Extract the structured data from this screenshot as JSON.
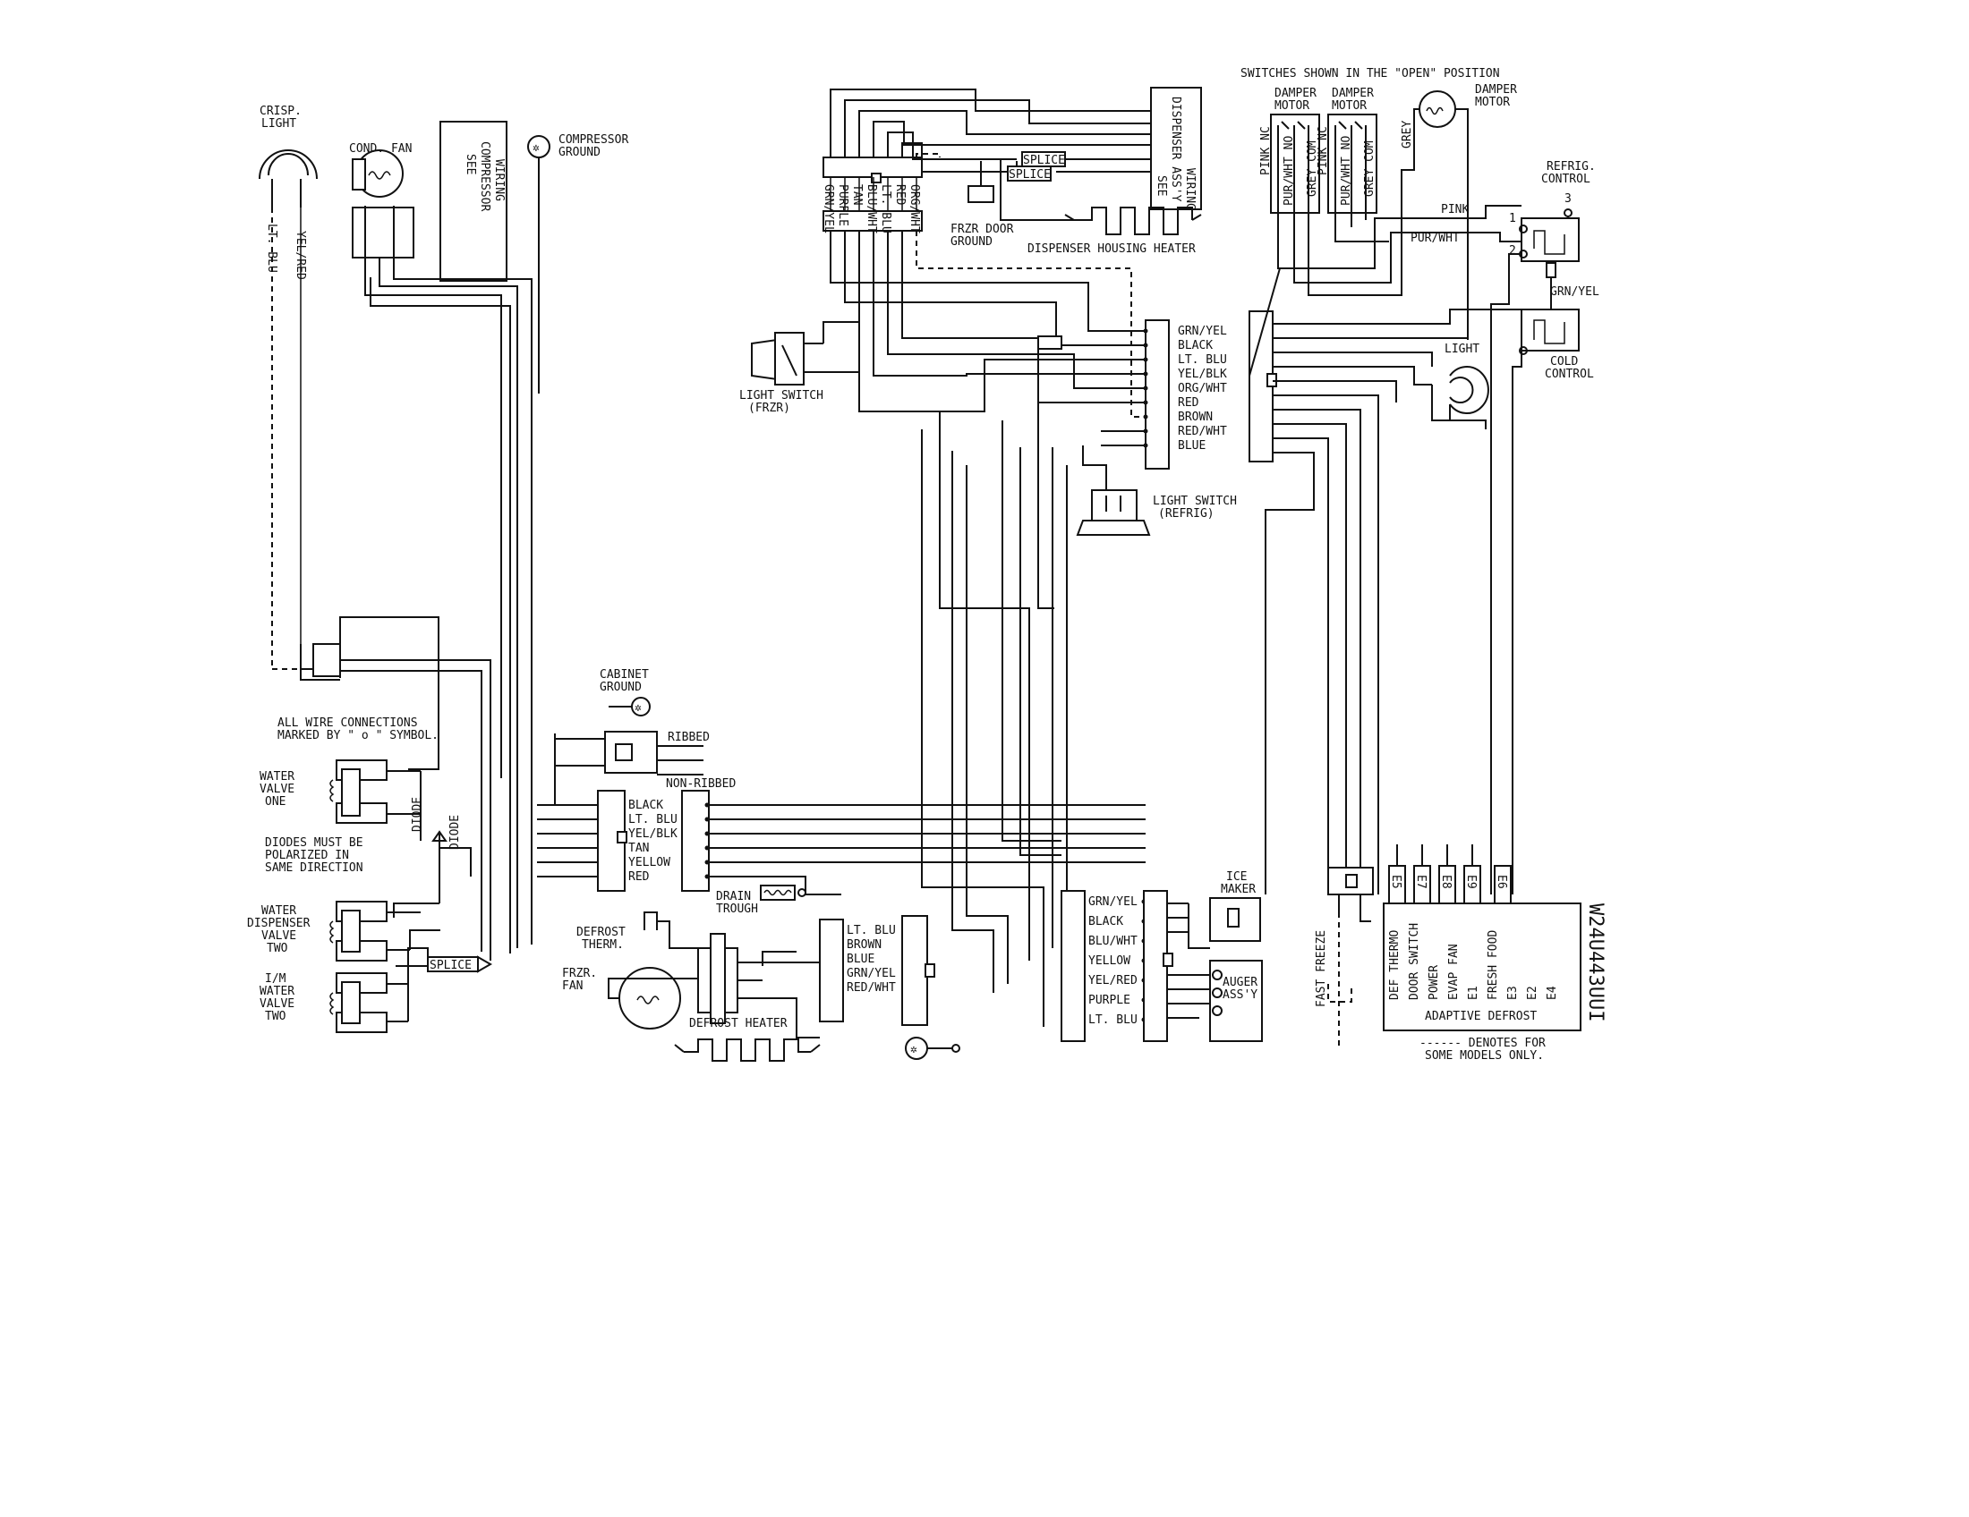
{
  "labels": {
    "crisp_light": [
      "CRISP.",
      "LIGHT"
    ],
    "cond_fan": "COND. FAN",
    "see_compressor": [
      "SEE",
      "COMPRESSOR",
      "WIRING"
    ],
    "compressor_ground": [
      "COMPRESSOR",
      "GROUND"
    ],
    "lt_blu_left": "LT. BLU",
    "yel_red_left": "YEL/RED",
    "cabinet_ground": [
      "CABINET",
      "GROUND"
    ],
    "ribbed": "RIBBED",
    "non_ribbed": "NON-RIBBED",
    "all_wire_note": [
      "ALL WIRE CONNECTIONS",
      "MARKED BY \" o \" SYMBOL."
    ],
    "water_valve_one": [
      "WATER",
      "VALVE",
      "ONE"
    ],
    "diodes_note": [
      "DIODES MUST BE",
      "POLARIZED IN",
      "SAME DIRECTION"
    ],
    "diode": "DIODE",
    "water_dispenser_valve_two": [
      "WATER",
      "DISPENSER",
      "VALVE",
      "TWO"
    ],
    "im_water_valve_two": [
      "I/M",
      "WATER",
      "VALVE",
      "TWO"
    ],
    "splice": "SPLICE",
    "left_connector_wires": [
      "BLACK",
      "LT. BLU",
      "YEL/BLK",
      "TAN",
      "YELLOW",
      "RED"
    ],
    "drain_trough": [
      "DRAIN",
      "TROUGH"
    ],
    "defrost_therm": [
      "DEFROST",
      "THERM."
    ],
    "frzr_fan": [
      "FRZR.",
      "FAN"
    ],
    "defrost_heater": "DEFROST HEATER",
    "lower_connector_wires": [
      "LT. BLU",
      "BROWN",
      "BLUE",
      "GRN/YEL",
      "RED/WHT"
    ],
    "light_switch_frzr": [
      "LIGHT SWITCH",
      "(FRZR)"
    ],
    "top_connector_wires": [
      "GRN/YEL",
      "PURPLE",
      "TAN",
      "BLU/WHT",
      "LT. BLU",
      "RED",
      "ORG/WHT"
    ],
    "frzr_door_ground": [
      "FRZR DOOR",
      "GROUND"
    ],
    "dispenser_housing_heater": "DISPENSER HOUSING HEATER",
    "see_dispenser": [
      "SEE",
      "DISPENSER ASS'Y",
      "WIRING"
    ],
    "mid_connector_wires": [
      "GRN/YEL",
      "BLACK",
      "LT. BLU",
      "YEL/BLK",
      "ORG/WHT",
      "RED",
      "BROWN",
      "RED/WHT",
      "BLUE"
    ],
    "light_switch_refrig": [
      "LIGHT SWITCH",
      "(REFRIG)"
    ],
    "icemaker_connector_wires": [
      "GRN/YEL",
      "BLACK",
      "BLU/WHT",
      "YELLOW",
      "YEL/RED",
      "PURPLE",
      "LT. BLU"
    ],
    "ice_maker": [
      "ICE",
      "MAKER"
    ],
    "auger_assy": [
      "AUGER",
      "ASS'Y"
    ],
    "switches_note": "SWITCHES SHOWN IN THE \"OPEN\" POSITION",
    "damper_motor": [
      "DAMPER",
      "MOTOR"
    ],
    "damper_switch_wires": [
      "PINK NC",
      "PUR/WHT NO",
      "GREY COM"
    ],
    "grey": "GREY",
    "pink": "PINK",
    "pur_wht": "PUR/WHT",
    "refrig_control": [
      "REFRIG.",
      "CONTROL"
    ],
    "terminal_numbers": [
      "1",
      "2",
      "3"
    ],
    "grn_yel": "GRN/YEL",
    "light": "LIGHT",
    "cold_control": [
      "COLD",
      "CONTROL"
    ],
    "fast_freeze": "FAST FREEZE",
    "board_terminals": [
      "E5",
      "E7",
      "E8",
      "E9"
    ],
    "board_terminals_right": "E6",
    "board_functions": [
      "DEF THERMO",
      "DOOR SWITCH",
      "POWER",
      "EVAP FAN",
      "E1",
      "FRESH FOOD",
      "E3",
      "E2",
      "E4"
    ],
    "adaptive_defrost": "ADAPTIVE DEFROST",
    "denotes_note": [
      "------ DENOTES FOR",
      "SOME MODELS ONLY."
    ],
    "part_number": "W24U443UUI"
  }
}
